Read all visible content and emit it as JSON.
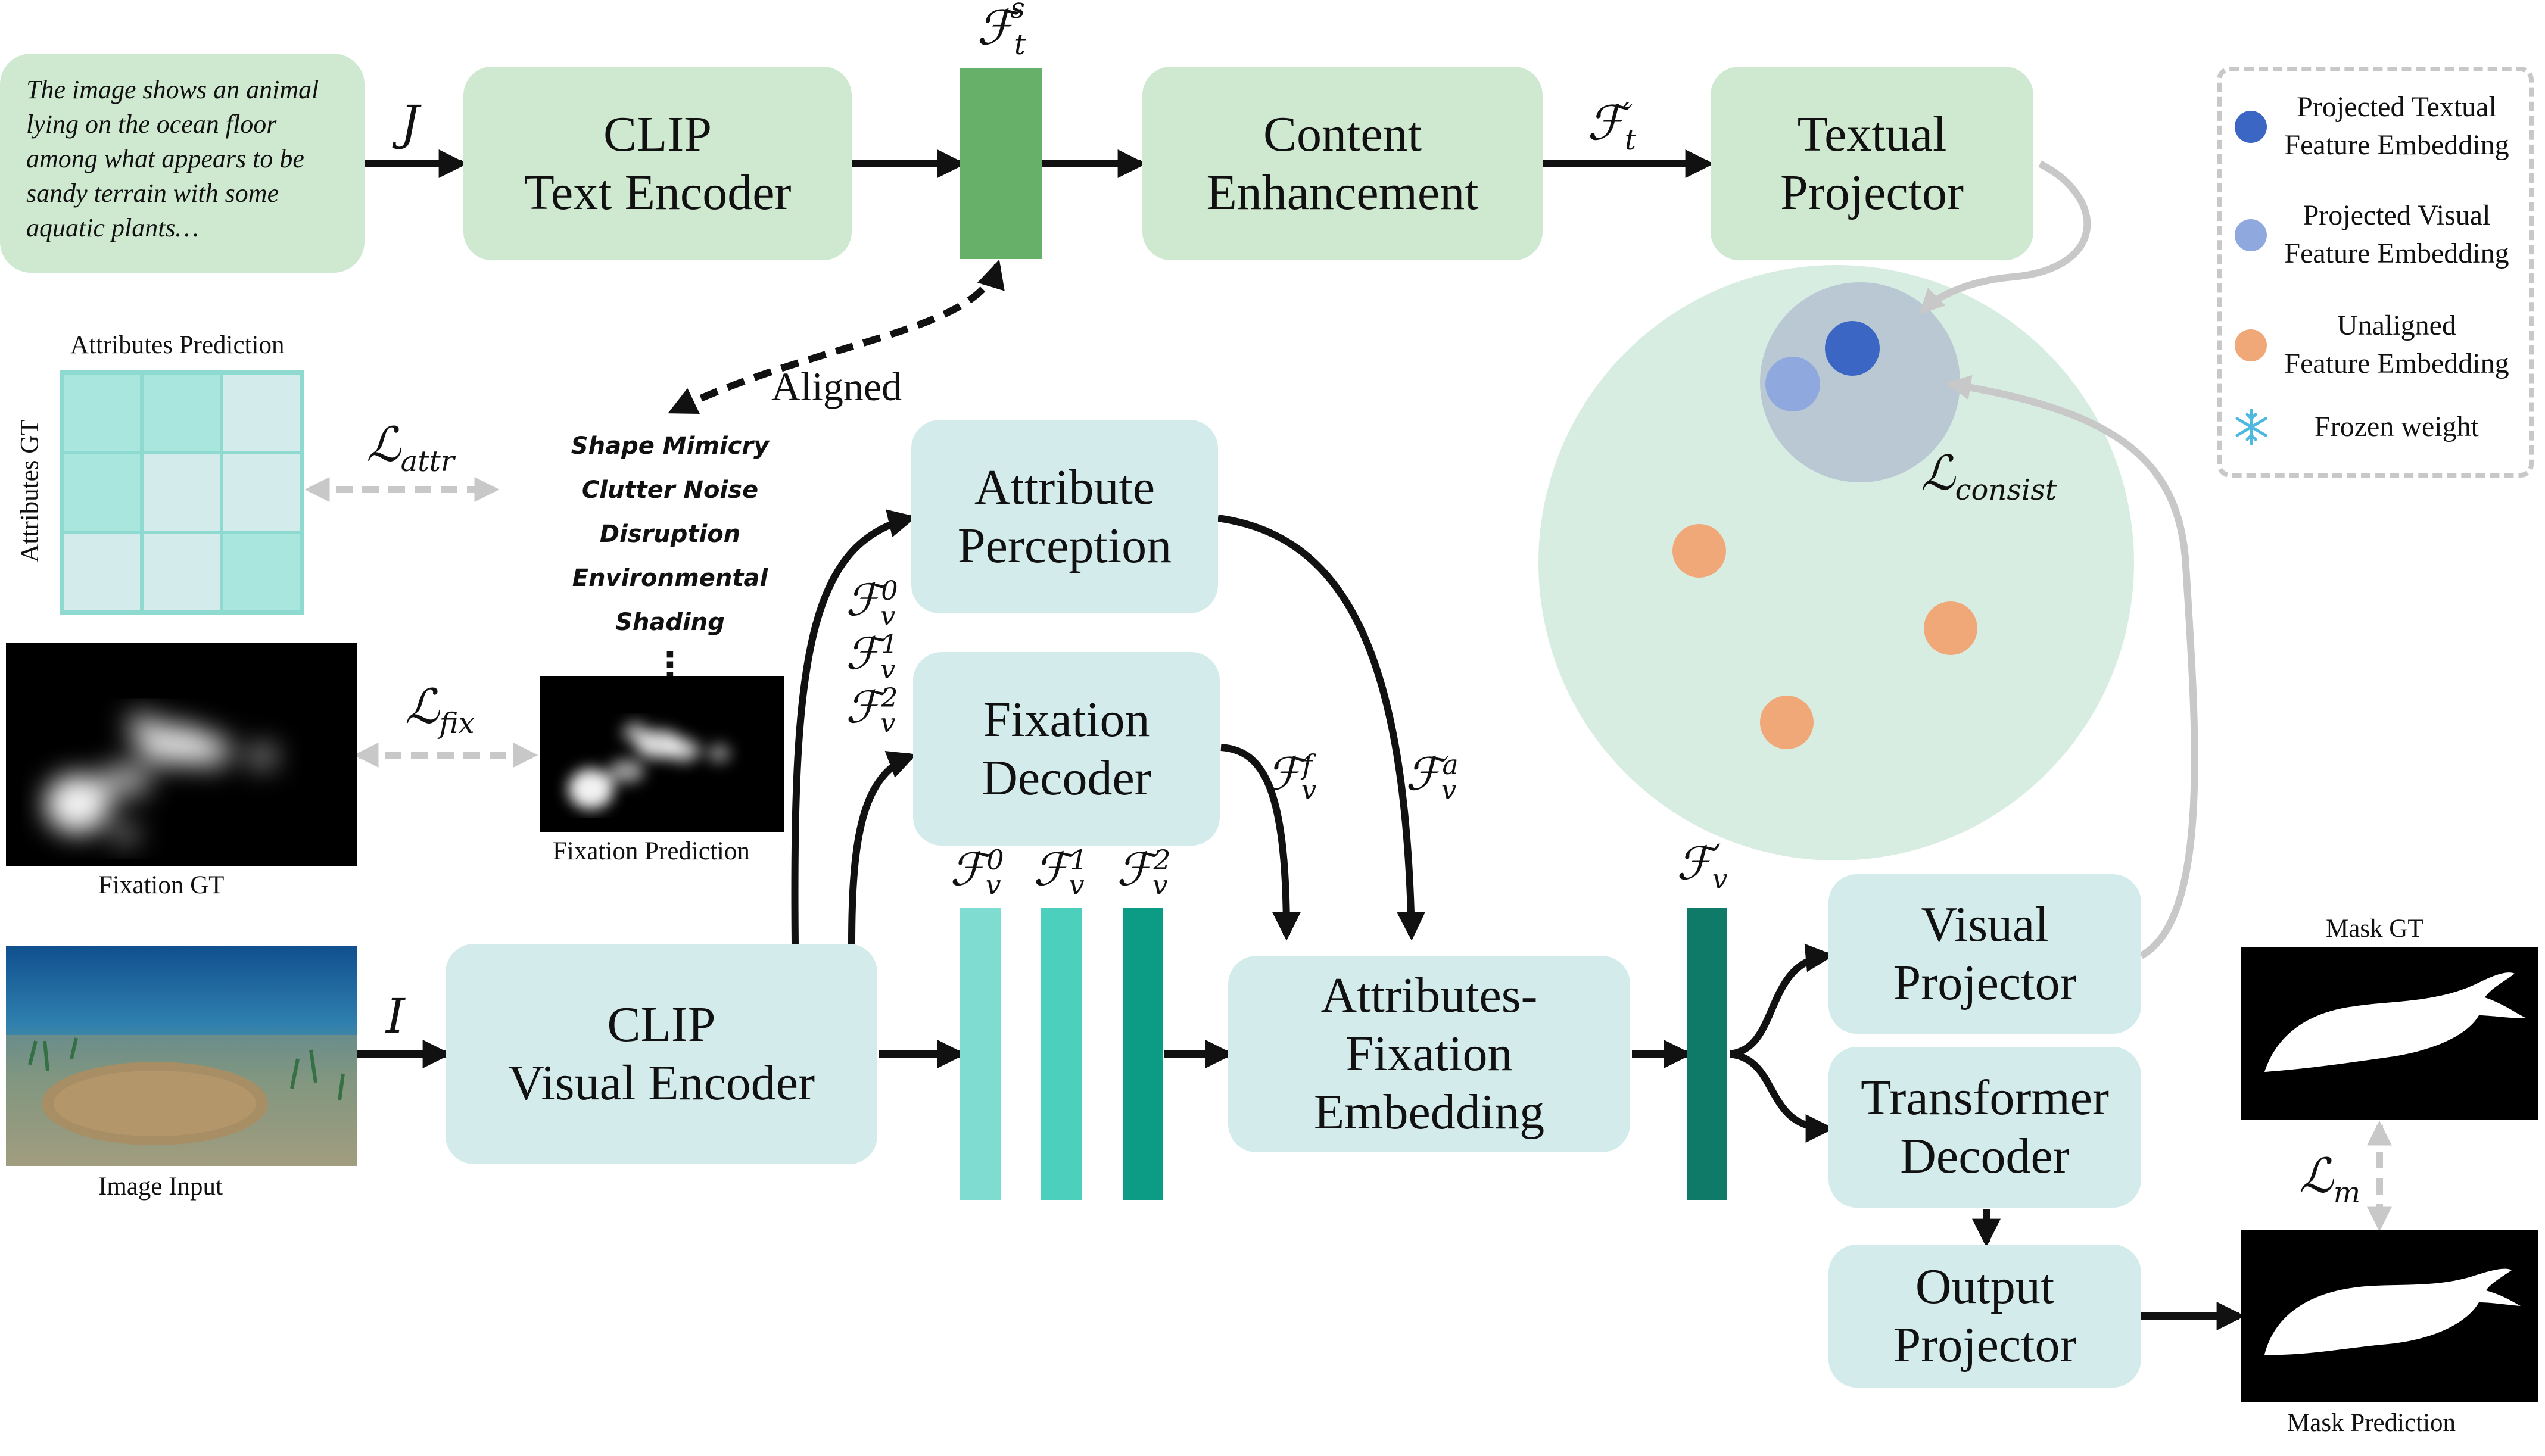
{
  "text_input": {
    "paragraph": "The image shows an animal lying on the ocean floor among what appears to be sandy terrain with some aquatic plants…"
  },
  "boxes": {
    "clip_text": "CLIP\nText Encoder",
    "content_enh": "Content\nEnhancement",
    "textual_proj": "Textual\nProjector",
    "attr_perc": "Attribute\nPerception",
    "fix_dec": "Fixation\nDecoder",
    "clip_visual": "CLIP\nVisual Encoder",
    "afe": "Attributes-\nFixation\nEmbedding",
    "visual_proj": "Visual\nProjector",
    "trans_dec": "Transformer\nDecoder",
    "output_proj": "Output\nProjector"
  },
  "labels": {
    "j": "J",
    "i": "I",
    "aligned": "Aligned",
    "f": "ℱ",
    "v": "v",
    "t": "t",
    "s": "s",
    "prime": "′",
    "sup0": "0",
    "sup1": "1",
    "sup2": "2",
    "supf": "f",
    "supa": "a",
    "l_script": "ℒ",
    "attr": "attr",
    "fix": "fix",
    "consist": "consist",
    "m": "m"
  },
  "attributes": {
    "title": "Attributes Prediction",
    "side_label": "Attributes GT",
    "items": [
      "Shape Mimicry",
      "Clutter Noise Disruption",
      "Environmental Shading"
    ],
    "ellipsis": "⋮",
    "gt_cells": [
      "dark",
      "dark",
      "light",
      "dark",
      "light",
      "light",
      "light",
      "light",
      "dark"
    ]
  },
  "captions": {
    "fixation_gt": "Fixation GT",
    "fixation_pred": "Fixation Prediction",
    "image_input": "Image Input",
    "mask_gt": "Mask GT",
    "mask_pred": "Mask Prediction"
  },
  "legend": {
    "items": [
      {
        "label": "Projected Textual\nFeature Embedding",
        "color": "#3b66c4",
        "icon": "dot"
      },
      {
        "label": "Projected Visual\nFeature Embedding",
        "color": "#8fa9df",
        "icon": "dot"
      },
      {
        "label": "Unaligned\nFeature Embedding",
        "color": "#f0a878",
        "icon": "dot"
      },
      {
        "label": "Frozen weight",
        "color": "#4fb8e0",
        "icon": "snowflake-icon"
      }
    ]
  },
  "colors": {
    "text_green": "#cfe8d0",
    "visual_teal": "#d3ebeb",
    "text_feature": "#66b06a",
    "feat0": "#7edcd0",
    "feat1": "#4ccfbd",
    "feat2": "#0c9c86",
    "feat_prime": "#0f7a68",
    "embedding_space": "#d8ede2",
    "aligned_region": "#b9c8d3",
    "arrow": "#111111",
    "loss_arrow": "#c8c8c8"
  }
}
